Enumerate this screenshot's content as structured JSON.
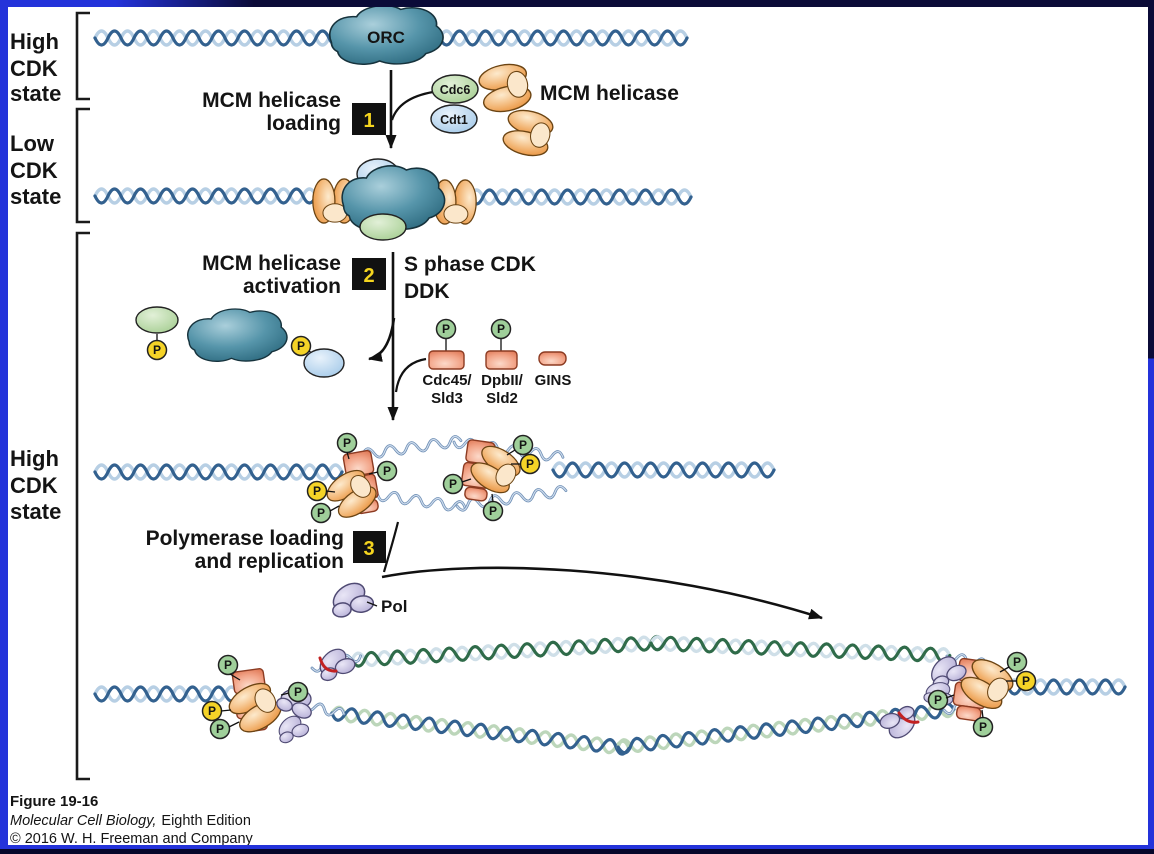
{
  "side_labels": {
    "top": [
      "High",
      "CDK",
      "state"
    ],
    "middle": [
      "Low",
      "CDK",
      "state"
    ],
    "bottom": [
      "High",
      "CDK",
      "state"
    ]
  },
  "steps": {
    "one": {
      "number": "1",
      "line1": "MCM helicase",
      "line2": "loading"
    },
    "two": {
      "number": "2",
      "line1": "MCM helicase",
      "line2": "activation",
      "kinase1": "S phase CDK",
      "kinase2": "DDK"
    },
    "three": {
      "number": "3",
      "line1": "Polymerase loading",
      "line2": "and replication"
    }
  },
  "molecules": {
    "orc": "ORC",
    "cdc6": "Cdc6",
    "cdt1": "Cdt1",
    "mcm_helicase": "MCM helicase",
    "cdc45": "Cdc45/",
    "sld3": "Sld3",
    "dpb11": "DpbII/",
    "sld2": "Sld2",
    "gins": "GINS",
    "pol": "Pol",
    "phosphate": "P"
  },
  "caption": {
    "figure_number": "Figure 19-16",
    "book_title": "Molecular Cell Biology,",
    "edition": "Eighth Edition",
    "copyright": "© 2016 W. H. Freeman and Company"
  },
  "colors": {
    "frame_blue": "#2433da",
    "frame_navy": "#0b0b38",
    "dna_dark": "#33618f",
    "dna_light": "#b7cfe4",
    "daughter_green": "#2f6b49",
    "daughter_pale": "#cfdfe8",
    "daughter_blue": "#33618f",
    "daughter_pale_green": "#bcd6ba",
    "ssdna_dark": "#6e8fb5",
    "ssdna_light": "#cfdced",
    "orc_teal": "#3e7d96",
    "mcm_orange": "#eda05a",
    "loader_salmon": "#ef9f87",
    "cdc6_green": "#b8d9a8",
    "cdt1_blue": "#b7d3ea",
    "p_yellow": "#f5d327",
    "p_green": "#9fcf9a",
    "pol_lavender": "#c9c4e4",
    "primer_red": "#c22222",
    "step_box_bg": "#111111",
    "step_number": "#f5d51f"
  }
}
